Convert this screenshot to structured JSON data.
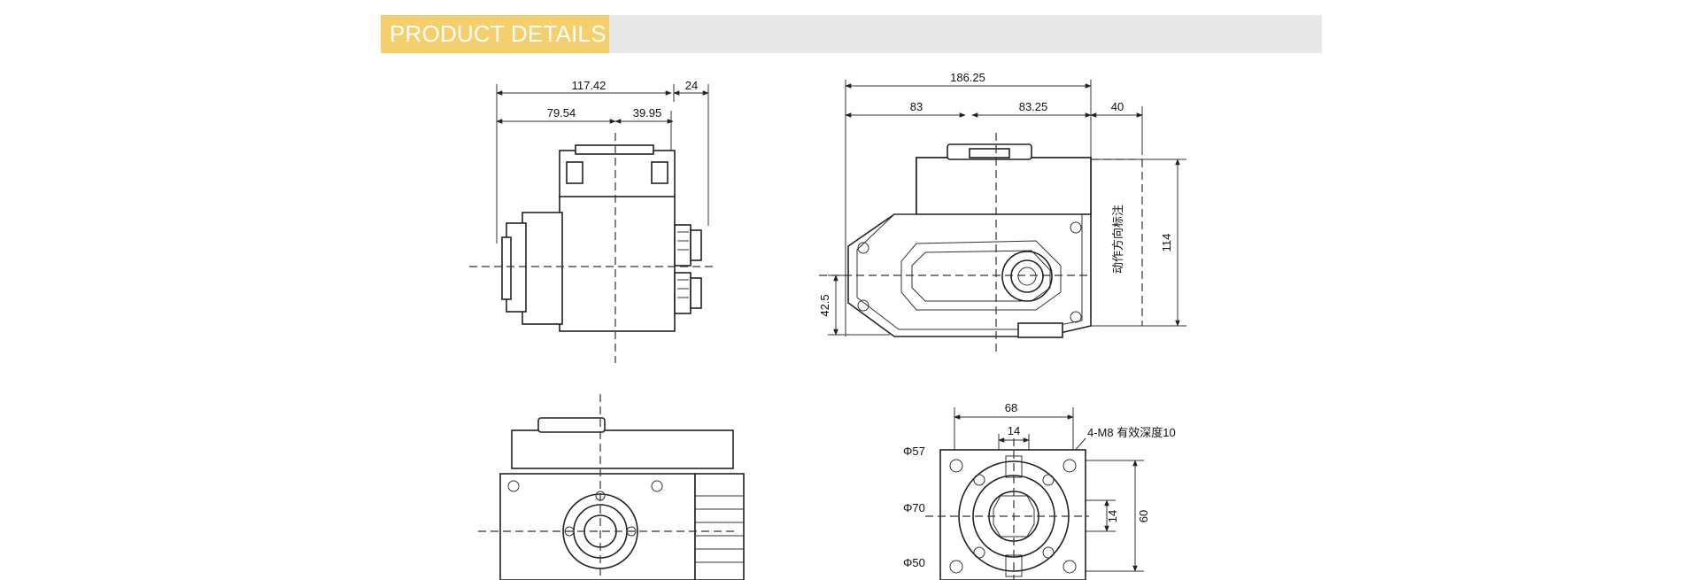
{
  "section": {
    "title": "PRODUCT DETAILS"
  },
  "drawing": {
    "side_view": {
      "dims": [
        "117.42",
        "24",
        "79.54",
        "39.95"
      ]
    },
    "front_view": {
      "dims": [
        "186.25",
        "83",
        "83.25",
        "40",
        "114",
        "42.5"
      ],
      "side_note": "动作方向标注"
    },
    "bottom_view": {},
    "flange_view": {
      "dims": [
        "68",
        "14",
        "60",
        "14",
        "Φ57",
        "Φ70",
        "Φ50"
      ],
      "note": "4-M8 有效深度10"
    }
  },
  "colors": {
    "tab": "#f5cf6b",
    "bar": "#e8e8e8",
    "line": "#222222"
  }
}
